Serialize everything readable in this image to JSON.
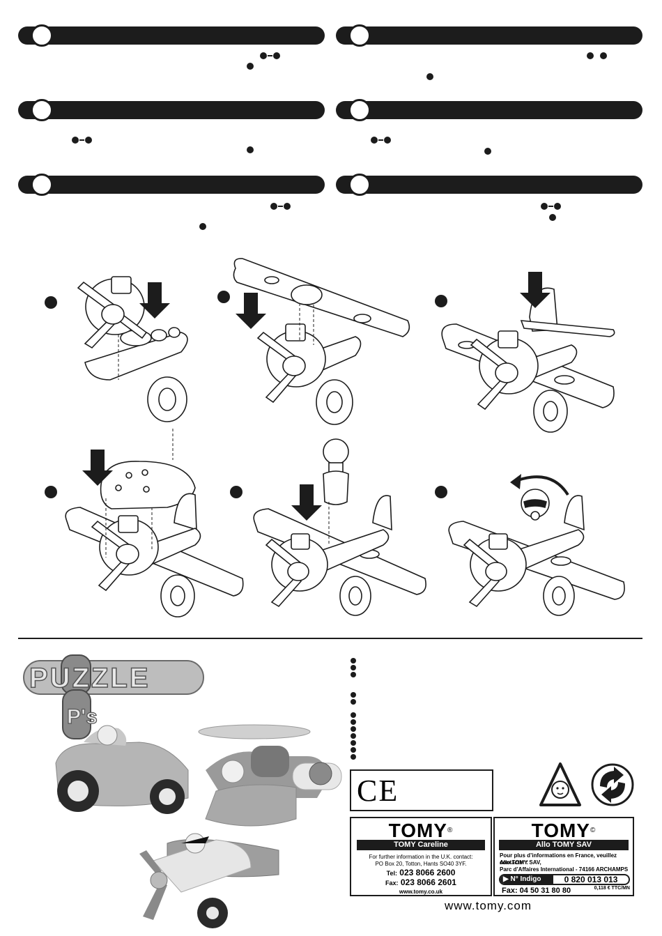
{
  "uk_careline": {
    "brand": "TOMY",
    "reg": "®",
    "title": "TOMY Careline",
    "line1": "For further information in the U.K. contact:",
    "line2": "PO Box 20, Totton, Hants SO40 3YF.",
    "tel_label": "Tel:",
    "tel": "023 8066 2600",
    "fax_label": "Fax:",
    "fax": "023 8066 2601",
    "web": "www.tomy.co.uk"
  },
  "fr_sav": {
    "brand": "TOMY",
    "reg": "©",
    "title": "Allo TOMY SAV",
    "line1": "Pour plus d’informations en France, veuillez contacter :",
    "line2": "Allo TOMY SAV,",
    "line3": "Parc d’Affaires International - 74166 ARCHAMPS",
    "indigo_label": "N° Indigo",
    "indigo_number": "0 820 013 013",
    "fax": "Fax: 04 50 31 80 80",
    "price": "0,118 € TTC/MN"
  },
  "ce_mark": "CE",
  "footer_url": "www.tomy.com",
  "logo_text": "PUZZLE",
  "logo_sub": "P's"
}
